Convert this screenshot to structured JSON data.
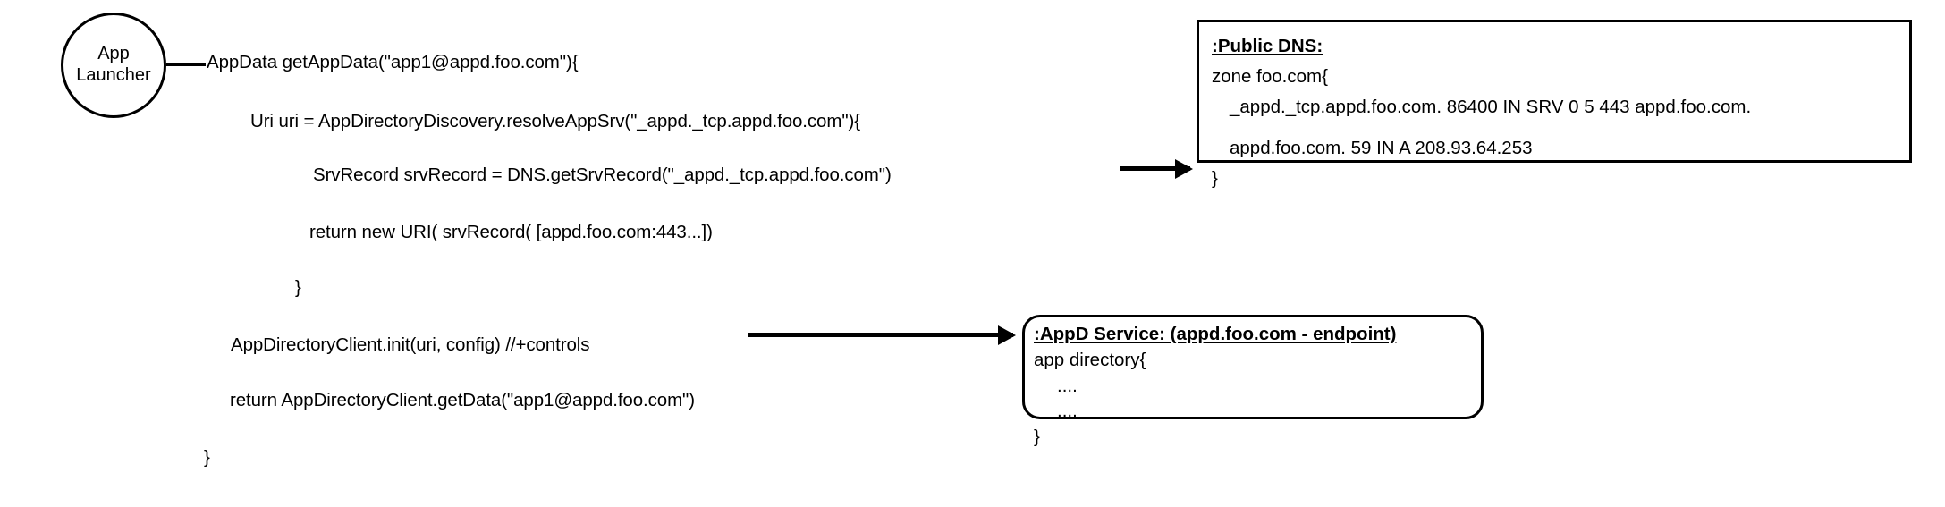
{
  "diagram": {
    "actor": {
      "name": "App Launcher",
      "line1": "App",
      "line2": "Launcher"
    },
    "code_lines": [
      {
        "id": "get-app-data",
        "text": "AppData getAppData(\"app1@appd.foo.com\"){"
      },
      {
        "id": "resolve-app-srv",
        "text": "Uri uri = AppDirectoryDiscovery.resolveAppSrv(\"_appd._tcp.appd.foo.com\"){"
      },
      {
        "id": "get-srv-record",
        "text": "SrvRecord srvRecord =  DNS.getSrvRecord(\"_appd._tcp.appd.foo.com\")"
      },
      {
        "id": "return-new-uri",
        "text": "return new URI( srvRecord( [appd.foo.com:443...])"
      },
      {
        "id": "close-inner-brace",
        "text": "}"
      },
      {
        "id": "client-init",
        "text": "AppDirectoryClient.init(uri, config) //+controls"
      },
      {
        "id": "return-get-data",
        "text": "return  AppDirectoryClient.getData(\"app1@appd.foo.com\")"
      },
      {
        "id": "close-outer-brace",
        "text": "}"
      }
    ],
    "dns_box": {
      "title": ":Public DNS:",
      "lines": [
        "zone foo.com{",
        "_appd._tcp.appd.foo.com. 86400 IN SRV 0 5 443 appd.foo.com.",
        "appd.foo.com. 59 IN A 208.93.64.253",
        "}"
      ]
    },
    "appd_box": {
      "title": ":AppD Service: (appd.foo.com - endpoint)",
      "lines": [
        "app directory{",
        "....",
        "....",
        "}"
      ]
    },
    "colors": {
      "stroke": "#000000",
      "background": "#ffffff",
      "text": "#000000"
    }
  }
}
